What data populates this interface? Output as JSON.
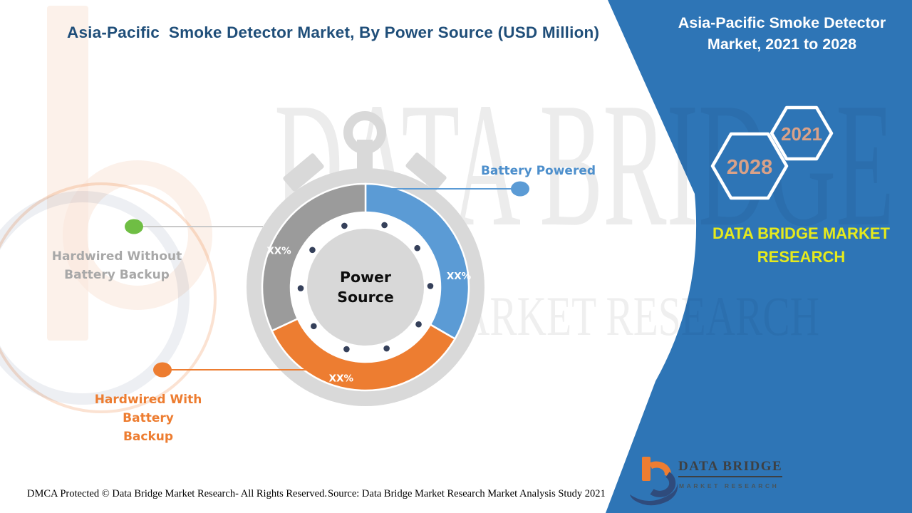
{
  "header": {
    "title": "Asia-Pacific  Smoke Detector Market, By Power Source (USD Million)",
    "title_color": "#1F4E79"
  },
  "side_panel": {
    "accent_color": "#2E75B6",
    "title_line1": "Asia-Pacific  Smoke Detector",
    "title_line2": "Market, 2021 to 2028",
    "hexagons": [
      {
        "year": "2028"
      },
      {
        "year": "2021"
      }
    ],
    "hex_year_color": "#D9A188",
    "brand_line1": "DATA BRIDGE MARKET",
    "brand_line2": "RESEARCH",
    "brand_color": "#E6EA1C"
  },
  "chart_data": {
    "type": "pie",
    "subtype": "donut-stopwatch",
    "title": "Asia-Pacific  Smoke Detector Market, By Power Source (USD Million)",
    "center_label": [
      "Power",
      "Source"
    ],
    "legend_position": "callouts",
    "values_masked_in_source": true,
    "segments": [
      {
        "label": "Battery Powered",
        "value_label": "XX%",
        "share_pct_approx_from_arc": 33,
        "color": "#5B9BD5",
        "start_angle": 0,
        "end_angle": 120,
        "pct_label_angle": 83
      },
      {
        "label": "Hardwired With Battery Backup",
        "value_label": "XX%",
        "share_pct_approx_from_arc": 35,
        "color": "#ED7D31",
        "start_angle": 120,
        "end_angle": 245,
        "pct_label_angle": 195
      },
      {
        "label": "Hardwired Without Battery Backup",
        "value_label": "XX%",
        "share_pct_approx_from_arc": 32,
        "color": "#9B9B9B",
        "start_angle": 245,
        "end_angle": 360,
        "pct_label_angle": 293
      }
    ],
    "tick_dots": {
      "count": 10,
      "offset_deg": 17,
      "color": "#35405A"
    },
    "body_color": "#D9D9D9",
    "center_disc_color": "#D8D8D8"
  },
  "callouts": [
    {
      "for_segment": 0,
      "lines": [
        "Battery Powered"
      ],
      "text_color": "#4D8FCC",
      "dot_color": "#5B9BD5",
      "line_color": "#5B9BD5"
    },
    {
      "for_segment": 2,
      "lines": [
        "Hardwired Without",
        "Battery Backup"
      ],
      "text_color": "#A8A8A8",
      "dot_color": "#6FBE44",
      "line_color": "#C9C9C9"
    },
    {
      "for_segment": 1,
      "lines": [
        "Hardwired With Battery",
        "Backup"
      ],
      "text_color": "#ED7D31",
      "dot_color": "#ED7D31",
      "line_color": "#ED7D31"
    }
  ],
  "watermark": {
    "line1": "DATA BRIDGE",
    "line2": "MARKET RESEARCH"
  },
  "logo": {
    "name": "DATA BRIDGE",
    "subtitle": "MARKET RESEARCH"
  },
  "footer": {
    "dmca": "DMCA Protected © Data Bridge Market Research- All Rights Reserved.",
    "source": "Source: Data Bridge Market Research Market Analysis Study 2021"
  }
}
